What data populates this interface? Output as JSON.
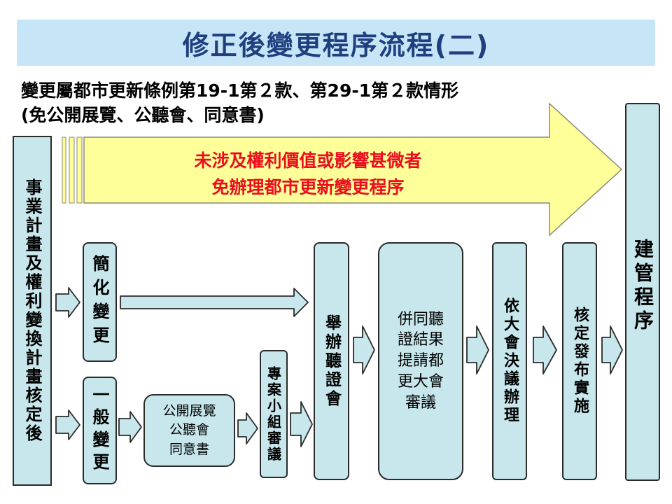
{
  "title": "修正後變更程序流程(二)",
  "subtitle_line1": "變更屬都市更新條例第19-1第２款、第29-1第２款情形",
  "subtitle_line2": "(免公開展覽、公聽會、同意書)",
  "big_arrow": {
    "line1": "未涉及權利價值或影響甚微者",
    "line2": "免辦理都市更新變更程序",
    "fill_color": "#ffff99",
    "text_color": "#e8101e"
  },
  "boxes": {
    "left_start": "事業計畫及權利變換計畫核定後",
    "simplified_change": "簡化變更",
    "general_change": "一般變更",
    "public_hearing_docs": "公開展覽\n公聽會\n同意書",
    "special_committee": "專案小組審議",
    "hold_hearing": "舉辦聽證會",
    "submit_review": "併同聽\n證結果\n提請都\n更大會\n審議",
    "follow_resolution": "依大會決議辦理",
    "approve_publish": "核定發布實施",
    "building_procedure": "建管程序"
  },
  "colors": {
    "box_fill": "#c7e7ec",
    "title_bar": "#c6e6f7",
    "title_text": "#1f3f7f"
  }
}
